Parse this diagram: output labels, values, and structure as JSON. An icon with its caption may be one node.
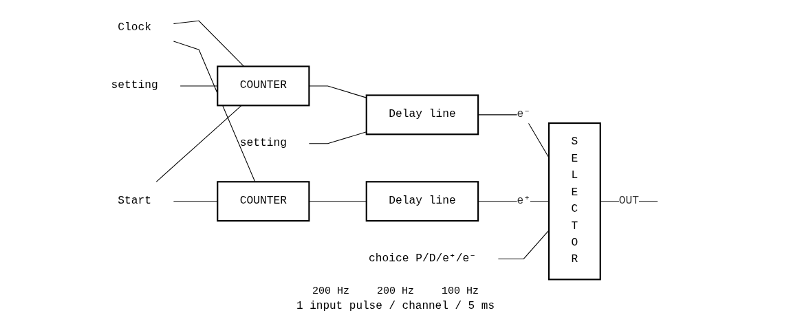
{
  "diagram": {
    "caption": "1 input pulse / channel / 5 ms",
    "nodes": [
      {
        "text": [
          "Clock"
        ]
      },
      {
        "text": [
          "Start"
        ]
      },
      {
        "text": [
          "setting"
        ]
      },
      {
        "text": [
          "COUNTER"
        ]
      },
      {
        "text": [
          "setting"
        ]
      },
      {
        "text": [
          "Delay line"
        ]
      },
      {
        "text": [
          "COUNTER"
        ]
      },
      {
        "text": [
          "Delay line"
        ]
      },
      {
        "text": [
          "choice P/D/e⁺/e⁻"
        ]
      },
      {
        "text": [
          "SELECTOR"
        ]
      }
    ],
    "edges": [
      {
        "from": 0,
        "to": 3,
        "arrow": "none"
      },
      {
        "from": 0,
        "to": 6,
        "arrow": "none"
      },
      {
        "from": 1,
        "to": 3,
        "arrow": "none"
      },
      {
        "from": 1,
        "to": 6,
        "arrow": "none"
      },
      {
        "from": 2,
        "to": 3,
        "arrow": "none"
      },
      {
        "from": 4,
        "to": 5,
        "arrow": "none"
      },
      {
        "from": 3,
        "to": 5,
        "arrow": "none"
      },
      {
        "from": 6,
        "to": 7,
        "arrow": "none"
      },
      {
        "from": 5,
        "to": 9,
        "arrow": "none",
        "label": "e⁻"
      },
      {
        "from": 7,
        "to": 9,
        "arrow": "none",
        "label": "e⁺"
      },
      {
        "from": 8,
        "to": 9,
        "arrow": "none"
      },
      {
        "from": 9,
        "to": null,
        "arrow": "none",
        "label": "OUT"
      }
    ],
    "labels": [
      "200 Hz",
      "200 Hz",
      "100 Hz"
    ]
  }
}
